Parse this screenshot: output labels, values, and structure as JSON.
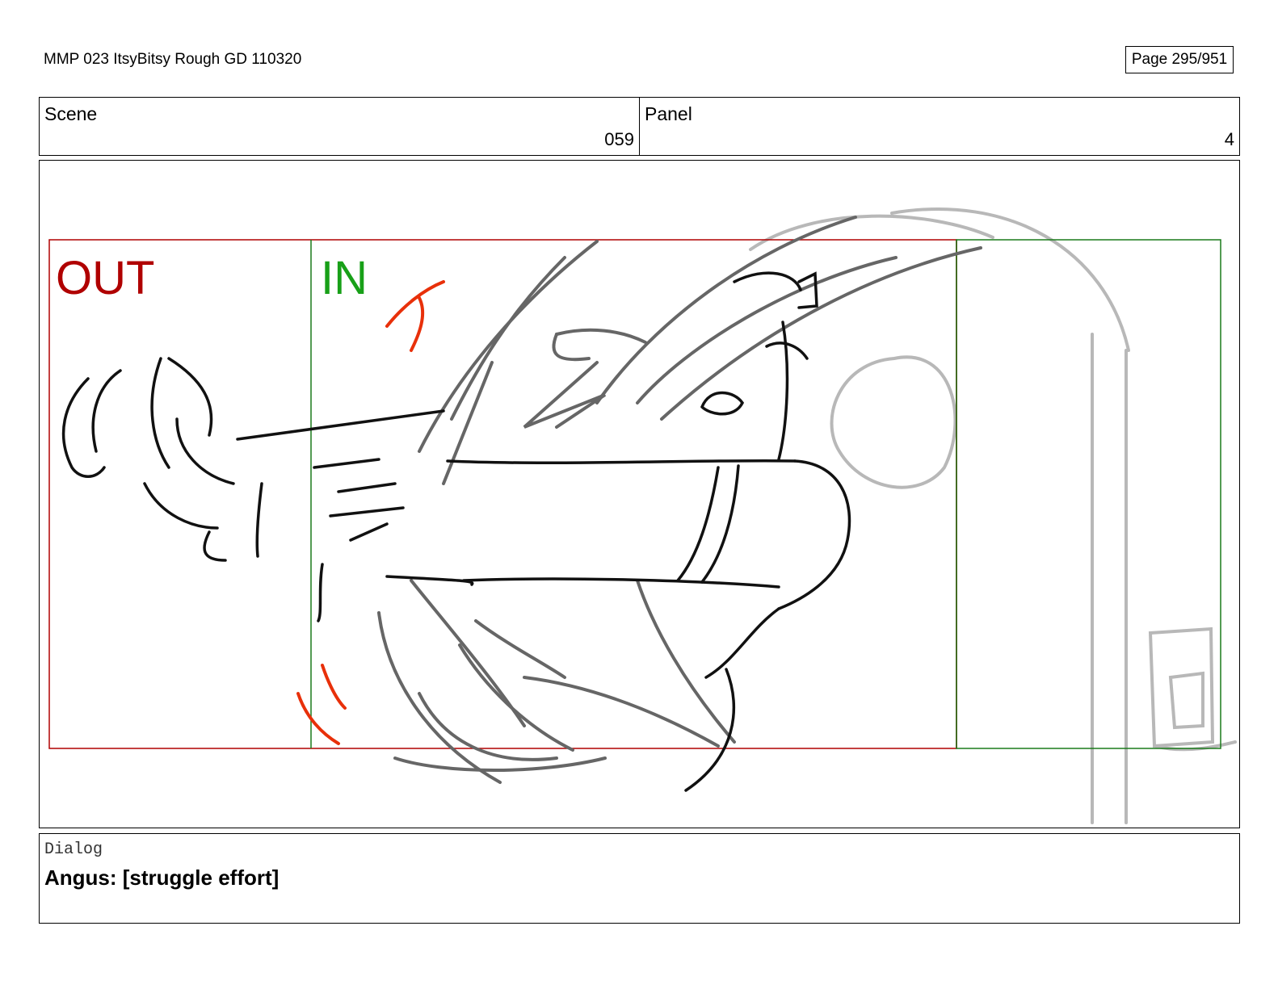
{
  "document": {
    "title": "MMP 023 ItsyBitsy Rough GD 110320",
    "page": "Page 295/951"
  },
  "header": {
    "scene": {
      "label": "Scene",
      "value": "059"
    },
    "panel": {
      "label": "Panel",
      "value": "4"
    }
  },
  "frame": {
    "out_label": "OUT",
    "in_label": "IN",
    "colors": {
      "out": "#b00000",
      "in": "#18a018",
      "effort_marks": "#e8300a"
    },
    "image_description_icon": "storyboard-sketch"
  },
  "dialog": {
    "label": "Dialog",
    "text": "Angus: [struggle effort]"
  }
}
